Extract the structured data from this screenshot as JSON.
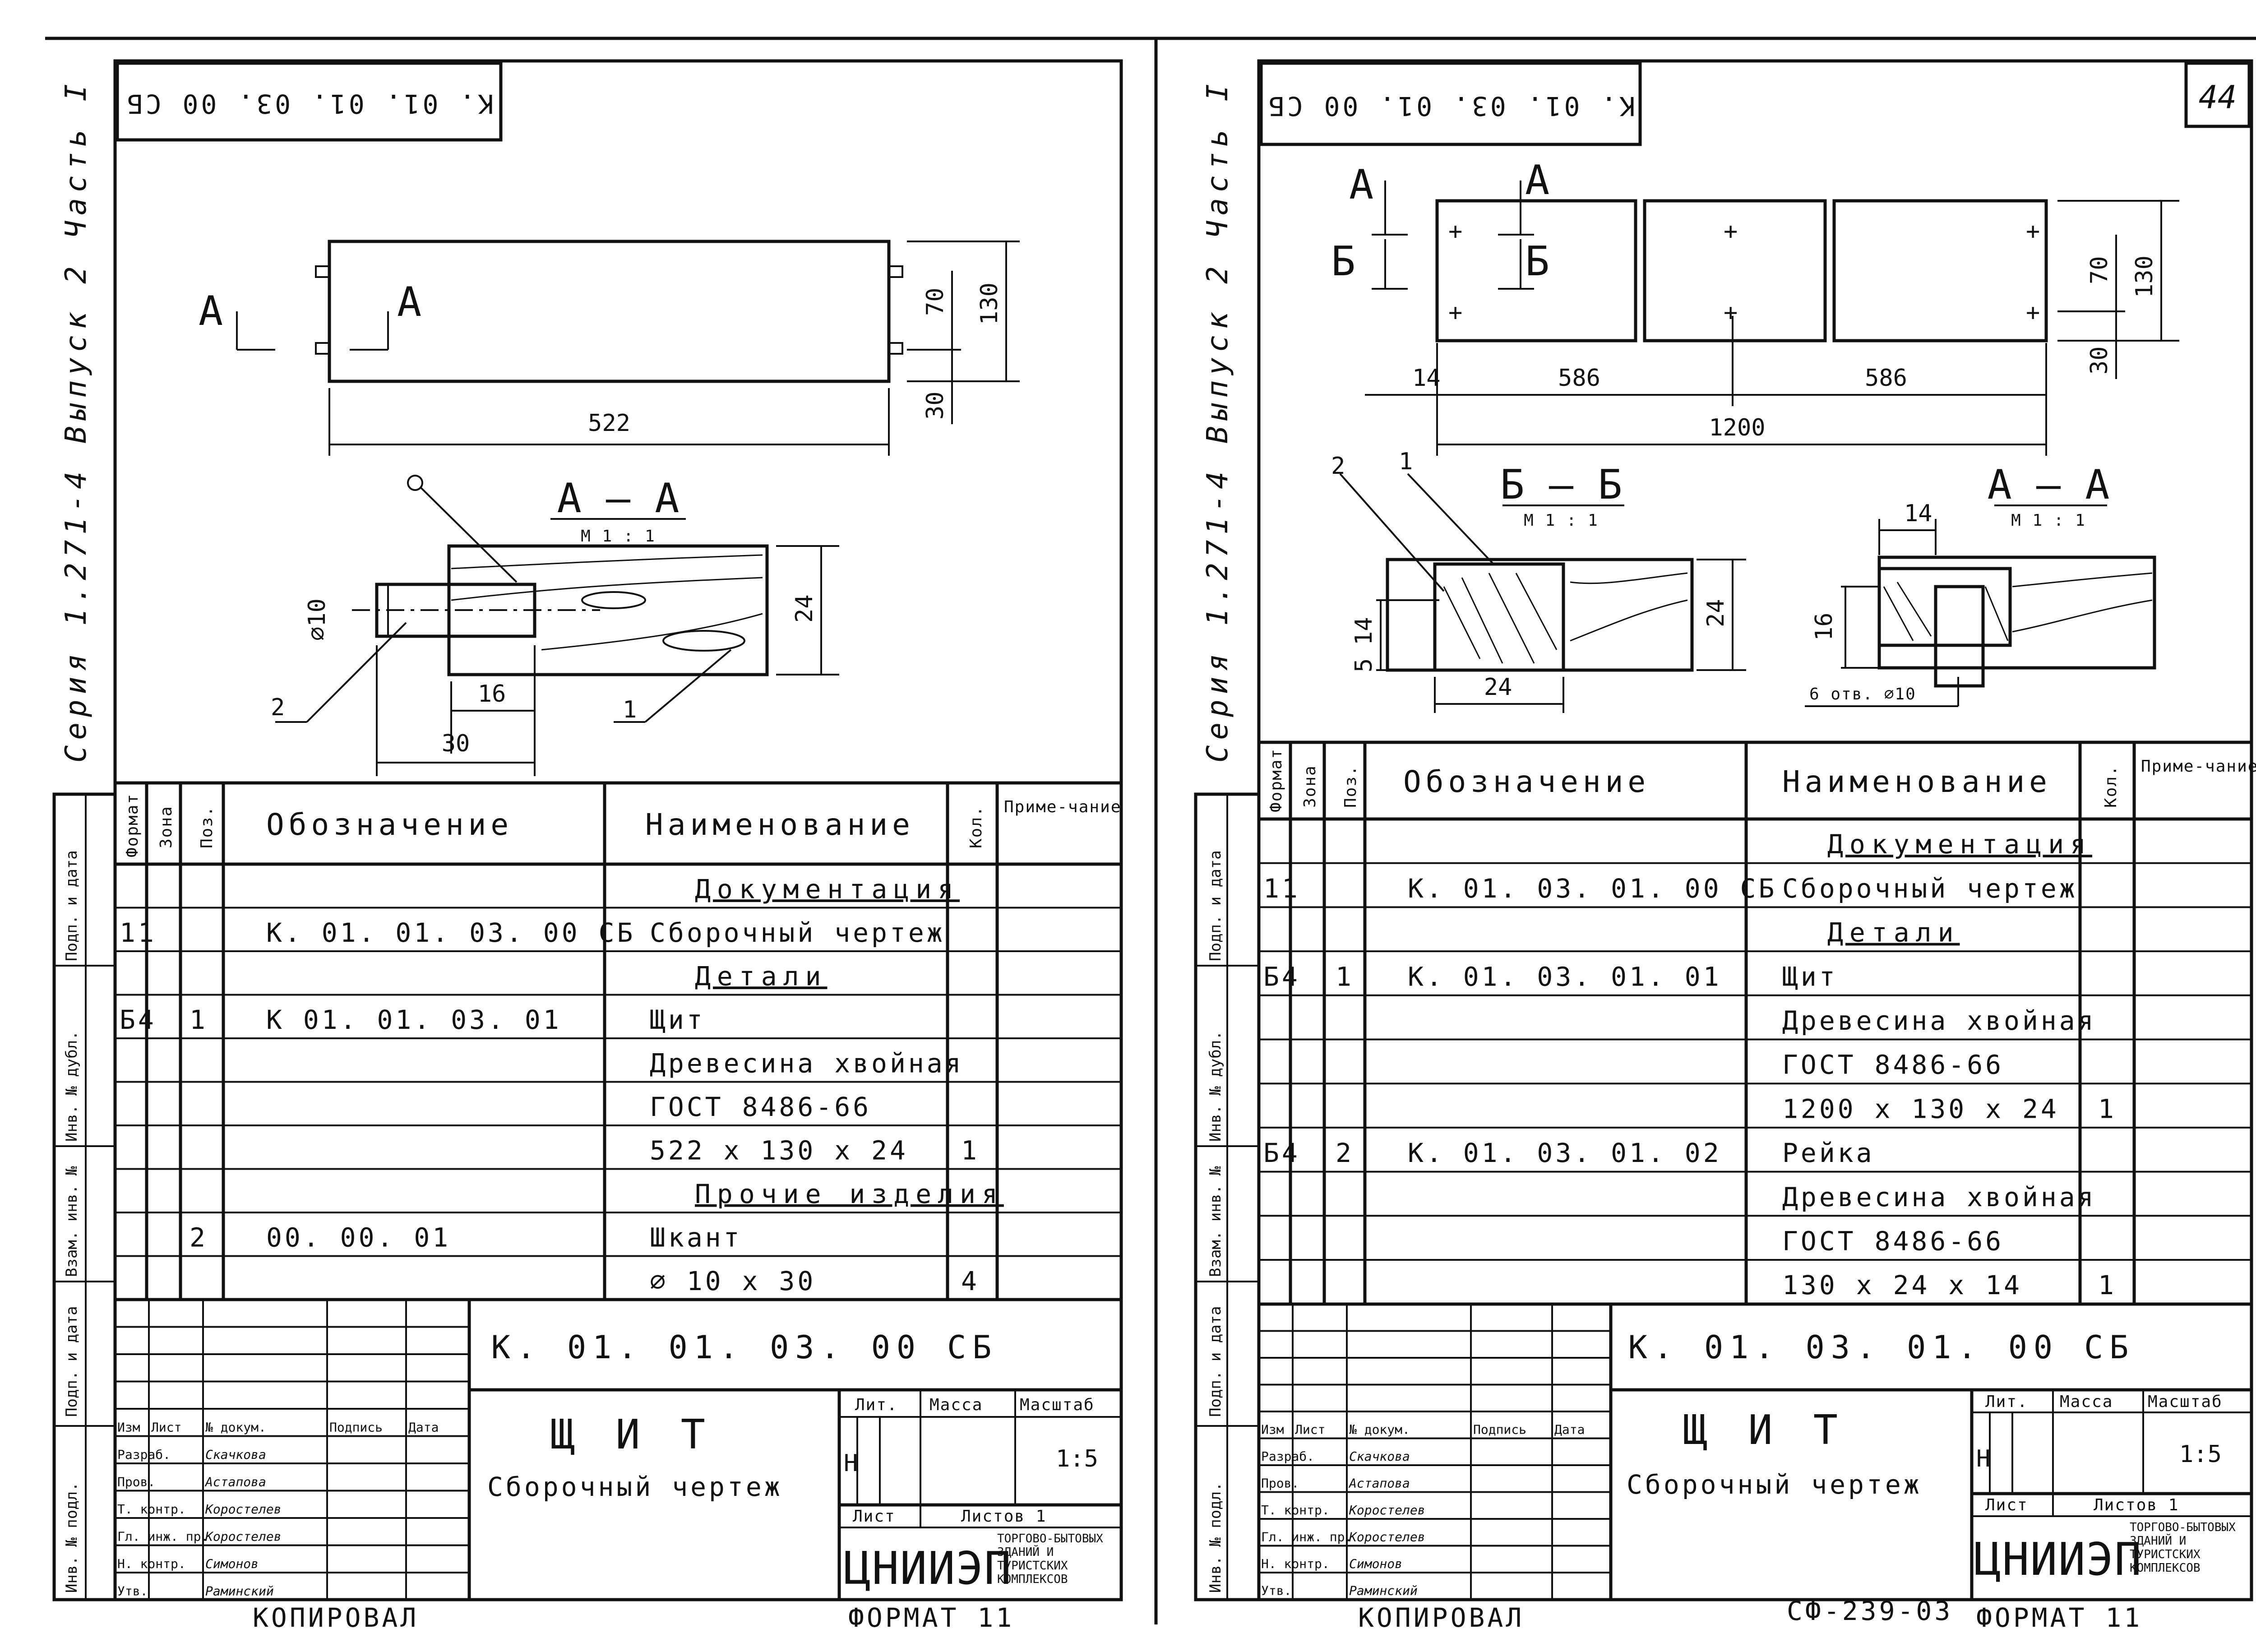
{
  "left": {
    "stamp_code": "К. 01. 01. 03. 00 СБ",
    "series_caption": "Серия 1.271-4 Выпуск 2 Часть I",
    "drawing": {
      "label_a": "А",
      "dim_length": "522",
      "dim_height": "130",
      "dim_70": "70",
      "dim_30": "30",
      "section_title": "А — А",
      "section_scale": "М 1 : 1",
      "dim_diam": "⌀10",
      "dim_16": "16",
      "dim_30b": "30",
      "dim_24": "24",
      "leader_1": "1",
      "leader_2": "2"
    },
    "spec": {
      "headers": {
        "format": "Формат",
        "zone": "Зона",
        "pos": "Поз.",
        "designation": "Обозначение",
        "name": "Наименование",
        "qty": "Кол.",
        "note": "Приме-чание"
      },
      "rows": [
        {
          "format": "",
          "zone": "",
          "pos": "",
          "designation": "",
          "name": "Документация",
          "qty": "",
          "section": true
        },
        {
          "format": "11",
          "zone": "",
          "pos": "",
          "designation": "К. 01. 01. 03. 00 СБ",
          "name": "Сборочный чертеж",
          "qty": ""
        },
        {
          "format": "",
          "zone": "",
          "pos": "",
          "designation": "",
          "name": "Детали",
          "qty": "",
          "section": true
        },
        {
          "format": "Б4",
          "zone": "",
          "pos": "1",
          "designation": "К 01. 01. 03. 01",
          "name": "Щит",
          "qty": ""
        },
        {
          "format": "",
          "zone": "",
          "pos": "",
          "designation": "",
          "name": "Древесина хвойная",
          "qty": ""
        },
        {
          "format": "",
          "zone": "",
          "pos": "",
          "designation": "",
          "name": "ГОСТ 8486-66",
          "qty": ""
        },
        {
          "format": "",
          "zone": "",
          "pos": "",
          "designation": "",
          "name": "522 x 130 x 24",
          "qty": "1"
        },
        {
          "format": "",
          "zone": "",
          "pos": "",
          "designation": "",
          "name": "Прочие изделия",
          "qty": "",
          "section": true
        },
        {
          "format": "",
          "zone": "",
          "pos": "2",
          "designation": "00. 00. 01",
          "name": "Шкант",
          "qty": ""
        },
        {
          "format": "",
          "zone": "",
          "pos": "",
          "designation": "",
          "name": "⌀ 10 x 30",
          "qty": "4"
        }
      ]
    },
    "title_block": {
      "code": "К. 01. 01. 03. 00 СБ",
      "product": "Щ И Т",
      "doc_type": "Сборочный чертеж",
      "lit": "Лит.",
      "mass": "Масса",
      "scale_label": "Масштаб",
      "lit_value": "Н",
      "scale_value": "1:5",
      "sheet_label": "Лист",
      "sheets_label": "Листов 1",
      "org_short": "ЦНИИЭП",
      "org_long": "торгово-бытовых зданий и туристских комплексов",
      "hdr_izm": "Изм",
      "hdr_list": "Лист",
      "hdr_ndoc": "№ докум.",
      "hdr_sign": "Подпись",
      "hdr_date": "Дата",
      "roles": [
        {
          "role": "Разраб.",
          "name": "Скачкова"
        },
        {
          "role": "Пров.",
          "name": "Астапова"
        },
        {
          "role": "Т. контр.",
          "name": "Коростелев"
        },
        {
          "role": "Гл. инж. пр.",
          "name": "Коростелев"
        },
        {
          "role": "Н. контр.",
          "name": "Симонов"
        },
        {
          "role": "Утв.",
          "name": "Раминский"
        }
      ]
    },
    "side_labels": [
      "Инв. № подл.",
      "Подп. и дата",
      "Взам. инв. №",
      "Инв. № дубл.",
      "Подп. и дата"
    ],
    "bottom_left": "КОПИРОВАЛ",
    "bottom_right": "ФОРМАТ 11"
  },
  "right": {
    "stamp_code": "К. 01. 03. 01. 00 СБ",
    "sheet_number": "44",
    "series_caption": "Серия 1.271-4 Выпуск 2 Часть I",
    "drawing": {
      "label_a": "А",
      "label_b": "Б",
      "dim_70": "70",
      "dim_130": "130",
      "dim_30": "30",
      "dim_14": "14",
      "dim_586a": "586",
      "dim_586b": "586",
      "dim_1200": "1200",
      "section_bb_title": "Б — Б",
      "section_bb_scale": "М 1 : 1",
      "section_aa_title": "А — А",
      "section_aa_scale": "М 1 : 1",
      "dim_bb_14": "14",
      "dim_bb_5": "5",
      "dim_bb_24": "24",
      "dim_bb_24b": "24",
      "dim_aa_14": "14",
      "dim_aa_16": "16",
      "holes": "6 отв. ⌀10",
      "leader_1": "1",
      "leader_2": "2"
    },
    "spec": {
      "headers": {
        "format": "Формат",
        "zone": "Зона",
        "pos": "Поз.",
        "designation": "Обозначение",
        "name": "Наименование",
        "qty": "Кол.",
        "note": "Приме-чание"
      },
      "rows": [
        {
          "format": "",
          "zone": "",
          "pos": "",
          "designation": "",
          "name": "Документация",
          "qty": "",
          "section": true
        },
        {
          "format": "11",
          "zone": "",
          "pos": "",
          "designation": "К. 01. 03. 01. 00 СБ",
          "name": "Сборочный чертеж",
          "qty": ""
        },
        {
          "format": "",
          "zone": "",
          "pos": "",
          "designation": "",
          "name": "Детали",
          "qty": "",
          "section": true
        },
        {
          "format": "Б4",
          "zone": "",
          "pos": "1",
          "designation": "К. 01. 03. 01. 01",
          "name": "Щит",
          "qty": ""
        },
        {
          "format": "",
          "zone": "",
          "pos": "",
          "designation": "",
          "name": "Древесина хвойная",
          "qty": ""
        },
        {
          "format": "",
          "zone": "",
          "pos": "",
          "designation": "",
          "name": "ГОСТ 8486-66",
          "qty": ""
        },
        {
          "format": "",
          "zone": "",
          "pos": "",
          "designation": "",
          "name": "1200 x 130 x 24",
          "qty": "1"
        },
        {
          "format": "Б4",
          "zone": "",
          "pos": "2",
          "designation": "К. 01. 03. 01. 02",
          "name": "Рейка",
          "qty": ""
        },
        {
          "format": "",
          "zone": "",
          "pos": "",
          "designation": "",
          "name": "Древесина хвойная",
          "qty": ""
        },
        {
          "format": "",
          "zone": "",
          "pos": "",
          "designation": "",
          "name": "ГОСТ 8486-66",
          "qty": ""
        },
        {
          "format": "",
          "zone": "",
          "pos": "",
          "designation": "",
          "name": "130 x 24 x 14",
          "qty": "1"
        }
      ]
    },
    "title_block": {
      "code": "К. 01. 03. 01. 00 СБ",
      "product": "Щ И Т",
      "doc_type": "Сборочный чертеж",
      "lit": "Лит.",
      "mass": "Масса",
      "scale_label": "Масштаб",
      "lit_value": "Н",
      "scale_value": "1:5",
      "sheet_label": "Лист",
      "sheets_label": "Листов 1",
      "org_short": "ЦНИИЭП",
      "org_long": "торгово-бытовых зданий и туристских комплексов",
      "hdr_izm": "Изм",
      "hdr_list": "Лист",
      "hdr_ndoc": "№ докум.",
      "hdr_sign": "Подпись",
      "hdr_date": "Дата",
      "roles": [
        {
          "role": "Разраб.",
          "name": "Скачкова"
        },
        {
          "role": "Пров.",
          "name": "Астапова"
        },
        {
          "role": "Т. контр.",
          "name": "Коростелев"
        },
        {
          "role": "Гл. инж. пр.",
          "name": "Коростелев"
        },
        {
          "role": "Н. контр.",
          "name": "Симонов"
        },
        {
          "role": "Утв.",
          "name": "Раминский"
        }
      ]
    },
    "side_labels": [
      "Инв. № подл.",
      "Подп. и дата",
      "Взам. инв. №",
      "Инв. № дубл.",
      "Подп. и дата"
    ],
    "bottom_left": "КОПИРОВАЛ",
    "bottom_mid": "СФ-239-03",
    "bottom_right": "ФОРМАТ 11"
  }
}
